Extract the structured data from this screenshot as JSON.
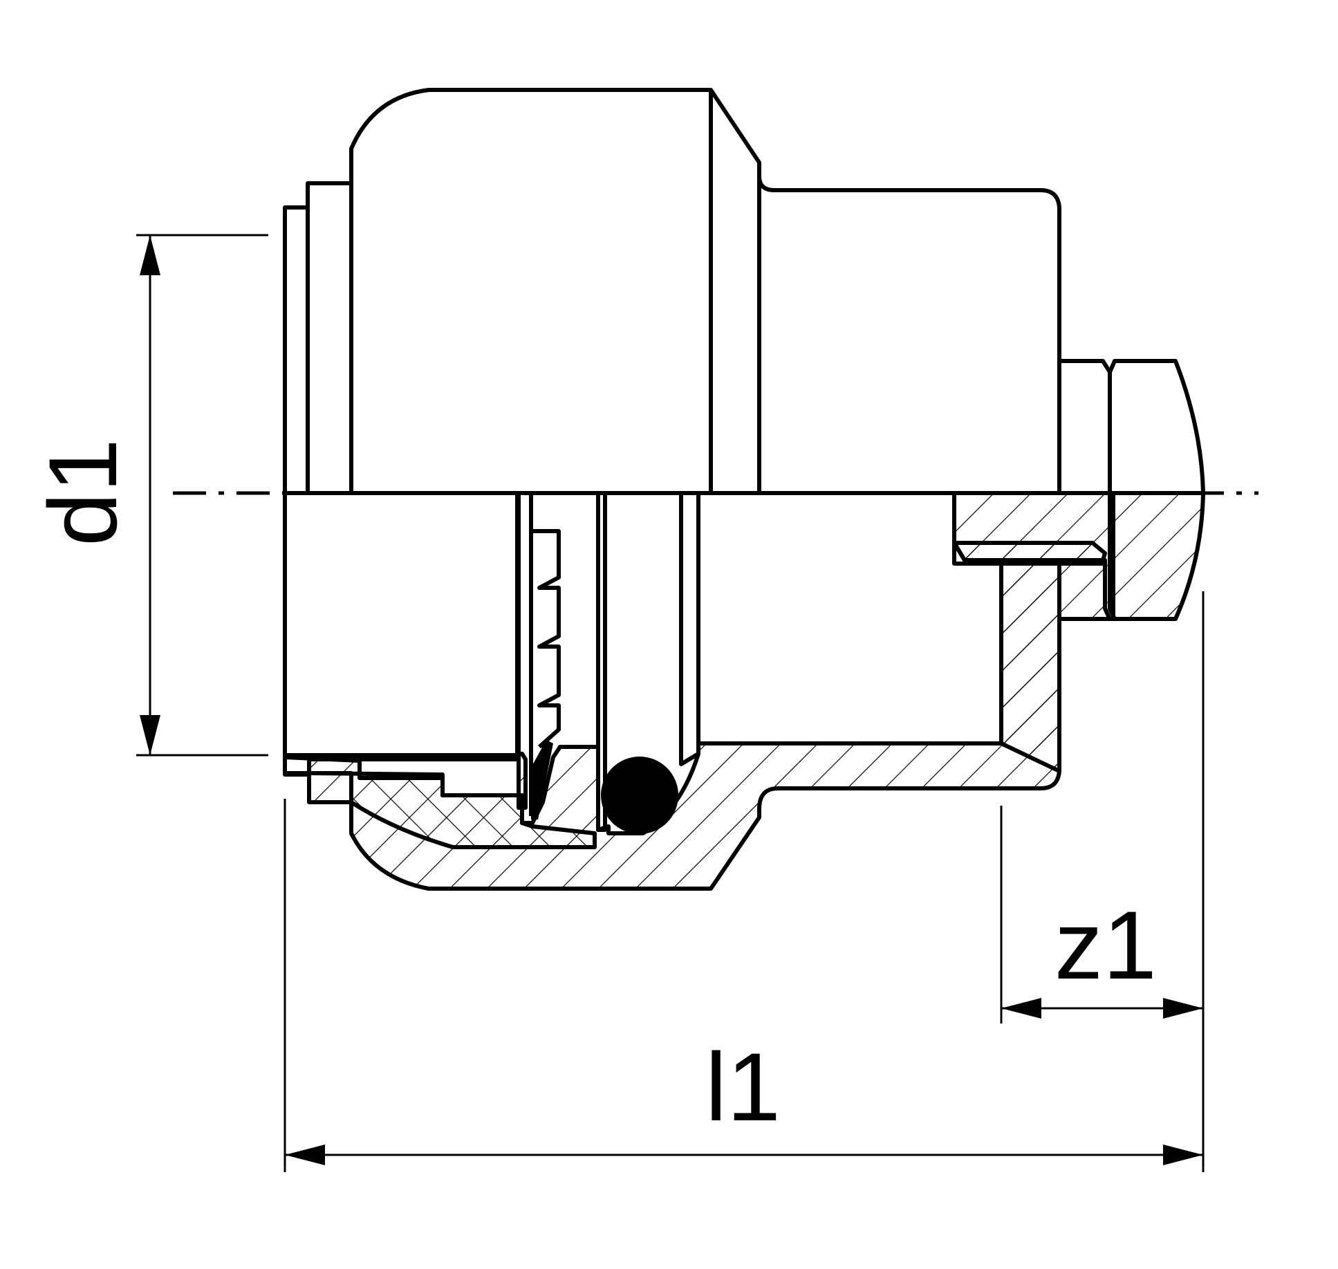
{
  "drawing": {
    "labels": {
      "d1": "d1",
      "l1": "l1",
      "z1": "z1"
    },
    "colors": {
      "ink": "#000000",
      "paper": "#ffffff"
    }
  }
}
